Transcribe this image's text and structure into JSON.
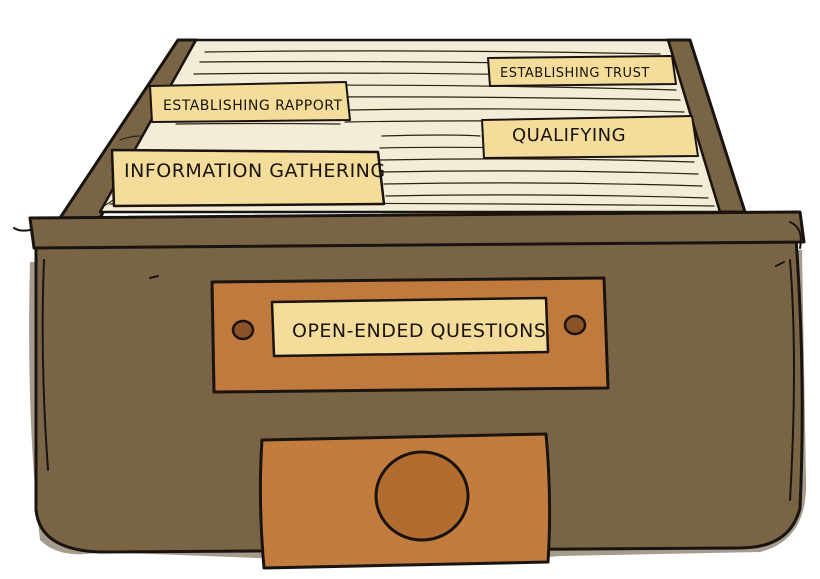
{
  "folder_tabs": {
    "establishing_trust": "ESTABLISHING TRUST",
    "establishing_rapport": "ESTABLISHING RAPPORT",
    "qualifying": "QUALIFYING",
    "information_gathering": "INFORMATION GATHERING"
  },
  "drawer": {
    "label": "OPEN-ENDED QUESTIONS"
  },
  "colors": {
    "drawer_body": "#7a6446",
    "drawer_shadow": "#5c4a30",
    "tab_fill": "#f4dc9b",
    "paper": "#f3ecd7",
    "label_plate": "#c07a3d",
    "handle": "#c27c3e",
    "outline": "#1a1410"
  }
}
